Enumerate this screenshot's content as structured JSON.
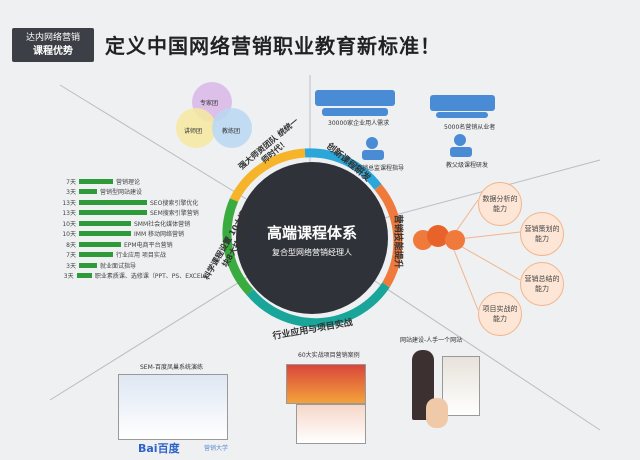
{
  "header": {
    "badge_line1": "达内网络营销",
    "badge_line2": "课程优势",
    "title": "定义中国网络营销职业教育新标准！"
  },
  "center": {
    "title": "高端课程体系",
    "subtitle": "复合型网络营销经理人"
  },
  "ring_labels": {
    "top_left": "强大师资团队 统统一师时代！",
    "top_right": "创新课程研发",
    "right": "营销技能提升",
    "bottom": "行业应用与项目实战",
    "left": "科学课程设置 10大模块8大技能"
  },
  "teacher_team": {
    "circles": [
      "专家团",
      "讲师团",
      "教练团"
    ]
  },
  "research": {
    "labels": [
      "30000家企业用人需求",
      "5000名营销从业者",
      "营销总监课程指导",
      "教父级课程研发"
    ]
  },
  "curriculum": {
    "modules": [
      {
        "days": "7天",
        "label": "营销理论",
        "fraction": 0.13
      },
      {
        "days": "3天",
        "label": "营销型网站建设",
        "fraction": 0.07
      },
      {
        "days": "13天",
        "label": "SEO搜索引擎优化",
        "fraction": 0.26
      },
      {
        "days": "13天",
        "label": "SEM搜索引擎营销",
        "fraction": 0.26
      },
      {
        "days": "10天",
        "label": "SMM社会化媒体营销",
        "fraction": 0.2
      },
      {
        "days": "10天",
        "label": "IMM 移动网络营销",
        "fraction": 0.2
      },
      {
        "days": "8天",
        "label": "EPM电商平台营销",
        "fraction": 0.16
      },
      {
        "days": "7天",
        "label": "行业应用  项目实战",
        "fraction": 0.13
      },
      {
        "days": "3天",
        "label": "就业面试指导",
        "fraction": 0.07
      },
      {
        "days": "3天",
        "label": "职业素质课、选修课（PPT、PS、EXCEL）",
        "fraction": 0.07
      }
    ]
  },
  "abilities": [
    "数据分析的能力",
    "营销策划的能力",
    "营销总结的能力",
    "项目实战的能力"
  ],
  "bottom": {
    "sem_caption": "SEM-百度凤巢系统演练",
    "project_caption": "60大实战项目营销案例",
    "website_caption": "网站建设-人手一个网站",
    "baidu_logo": "Bai百度",
    "baidu_sub": "营销大学"
  },
  "colors": {
    "ring_yellow": "#f5b42a",
    "ring_blue": "#2aa6d8",
    "ring_orange": "#f07a3c",
    "ring_teal": "#1aa59a",
    "ring_green": "#3aab3f",
    "center": "#2f3238",
    "icon_blue": "#4a8bd6",
    "bar_green": "#2f9a3a"
  }
}
